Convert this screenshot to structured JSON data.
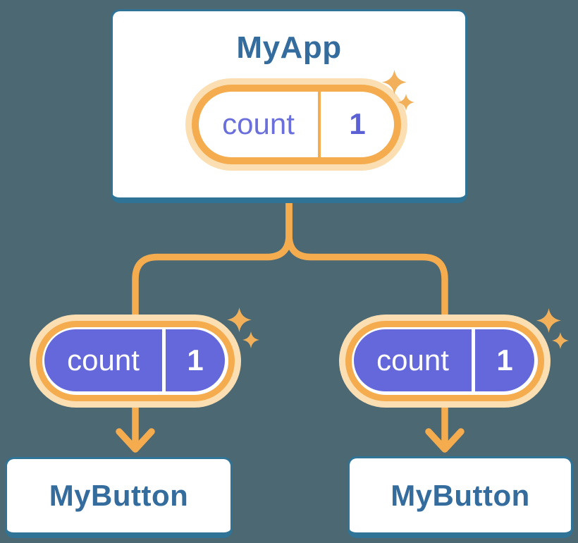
{
  "colors": {
    "background": "#4B6873",
    "connector_orange": "#F5AC4F",
    "pill_halo_orange": "#FBDFB2",
    "sparkle_orange": "#F3B05A",
    "state_purple": "#6468DB",
    "card_border_blue": "#2F7396",
    "heading_blue": "#346C9D",
    "pill_label_purple": "#6A6FDC",
    "pill_value_purple": "#5B61D4"
  },
  "tree": {
    "root": {
      "title": "MyApp",
      "state": {
        "label": "count",
        "value": "1"
      }
    },
    "children": [
      {
        "title": "MyButton",
        "state": {
          "label": "count",
          "value": "1"
        }
      },
      {
        "title": "MyButton",
        "state": {
          "label": "count",
          "value": "1"
        }
      }
    ]
  }
}
